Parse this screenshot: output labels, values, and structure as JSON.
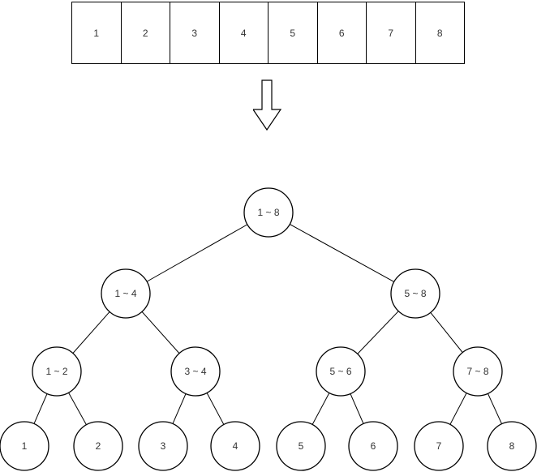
{
  "diagram": {
    "type": "segment-tree-construction",
    "array": {
      "cells": [
        "1",
        "2",
        "3",
        "4",
        "5",
        "6",
        "7",
        "8"
      ]
    },
    "arrow": {
      "direction": "down"
    },
    "tree": {
      "nodes": [
        {
          "label": "1 ~ 8",
          "level": 0
        },
        {
          "label": "1 ~ 4",
          "level": 1
        },
        {
          "label": "5 ~ 8",
          "level": 1
        },
        {
          "label": "1 ~ 2",
          "level": 2
        },
        {
          "label": "3 ~ 4",
          "level": 2
        },
        {
          "label": "5 ~ 6",
          "level": 2
        },
        {
          "label": "7 ~ 8",
          "level": 2
        },
        {
          "label": "1",
          "level": 3
        },
        {
          "label": "2",
          "level": 3
        },
        {
          "label": "3",
          "level": 3
        },
        {
          "label": "4",
          "level": 3
        },
        {
          "label": "5",
          "level": 3
        },
        {
          "label": "6",
          "level": 3
        },
        {
          "label": "7",
          "level": 3
        },
        {
          "label": "8",
          "level": 3
        }
      ],
      "edges": [
        [
          0,
          1
        ],
        [
          0,
          2
        ],
        [
          1,
          3
        ],
        [
          1,
          4
        ],
        [
          2,
          5
        ],
        [
          2,
          6
        ],
        [
          3,
          7
        ],
        [
          3,
          8
        ],
        [
          4,
          9
        ],
        [
          4,
          10
        ],
        [
          5,
          11
        ],
        [
          5,
          12
        ],
        [
          6,
          13
        ],
        [
          6,
          14
        ]
      ]
    },
    "colors": {
      "stroke": "#000000",
      "text": "#333333",
      "background": "#ffffff"
    }
  }
}
